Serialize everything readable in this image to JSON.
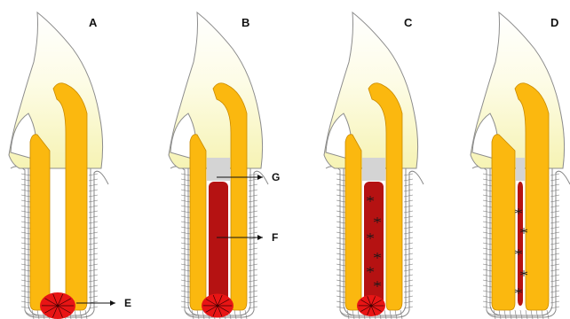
{
  "panels": [
    {
      "id": "A",
      "label": "A"
    },
    {
      "id": "B",
      "label": "B"
    },
    {
      "id": "C",
      "label": "C"
    },
    {
      "id": "D",
      "label": "D"
    }
  ],
  "callouts": {
    "E": "E",
    "F": "F",
    "G": "G"
  },
  "colors": {
    "enamel": "#ffffff",
    "enamel_tint": "#f8f6c8",
    "dentin": "#fbb80f",
    "dentin_stroke": "#c98a00",
    "pulp_blood": "#b51212",
    "periapical_lesion": "#e81515",
    "cement_plug": "#d4d4d4",
    "ligament_lines": "#777777",
    "outline": "#666666"
  }
}
